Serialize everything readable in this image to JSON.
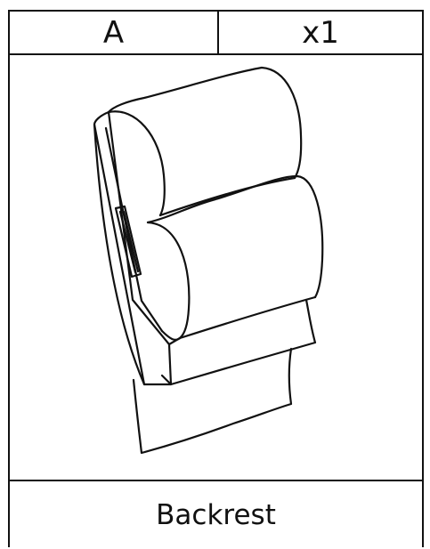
{
  "header": {
    "part_letter": "A",
    "quantity": "x1"
  },
  "illustration": {
    "icon": "backrest-part-drawing"
  },
  "caption": {
    "label": "Backrest"
  }
}
